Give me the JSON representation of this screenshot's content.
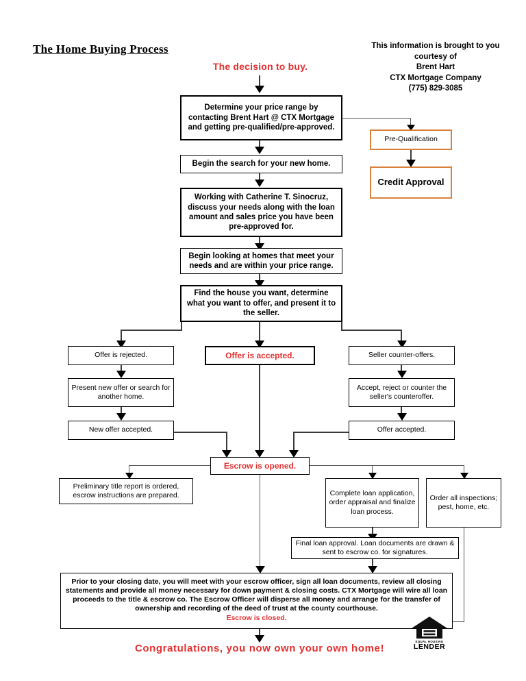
{
  "header": {
    "title": "The Home Buying Process",
    "courtesy_lines": [
      "This information is brought to you",
      "courtesy of",
      "Brent Hart",
      "CTX Mortgage Company",
      "(775) 829-3085"
    ]
  },
  "colors": {
    "red": "#E03030",
    "orange": "#D9813C",
    "line": "#3a3a3a",
    "text": "#000000",
    "background": "#ffffff"
  },
  "flow": {
    "decision_to_buy": "The decision to buy.",
    "determine_price_range": "Determine your price range by contacting Brent Hart @ CTX Mortgage and getting pre-qualified/pre-approved.",
    "pre_qualification": "Pre-Qualification",
    "credit_approval": "Credit Approval",
    "begin_search": "Begin the search for your new home.",
    "working_with_agent": "Working with Catherine T. Sinocruz, discuss your needs along with the loan amount and sales price you have been pre-approved for.",
    "begin_looking": "Begin looking at homes that meet your needs and are within your price range.",
    "find_house": "Find the house you want, determine what you want to offer, and present it to the seller.",
    "offer_rejected": "Offer is rejected.",
    "offer_accepted": "Offer is accepted.",
    "seller_counter_offers": "Seller counter-offers.",
    "present_new_offer": "Present new offer or search for another home.",
    "accept_reject_counter": "Accept, reject or counter the seller's counteroffer.",
    "new_offer_accepted": "New offer accepted.",
    "offer_accepted_right": "Offer accepted.",
    "escrow_opened": "Escrow is opened.",
    "preliminary_title": "Preliminary title report is ordered, escrow instructions are prepared.",
    "complete_loan_application": "Complete loan application, order appraisal and finalize loan process.",
    "order_inspections": "Order all inspections; pest, home, etc.",
    "final_loan_approval": "Final loan approval. Loan documents are drawn & sent to escrow co. for signatures.",
    "closing_paragraph": "Prior to your closing date, you will meet with your escrow officer, sign all loan documents, review all closing statements and provide all money necessary for down payment & closing costs. CTX Mortgage will wire all loan proceeds to the title & escrow co. The Escrow Officer will disperse all money and arrange for the transfer of ownership and recording of the deed of trust at the county courthouse.",
    "escrow_closed": "Escrow is closed.",
    "congratulations": "Congratulations, you now own your own home!"
  },
  "logo": {
    "line1": "EQUAL HOUSING",
    "line2": "LENDER"
  }
}
